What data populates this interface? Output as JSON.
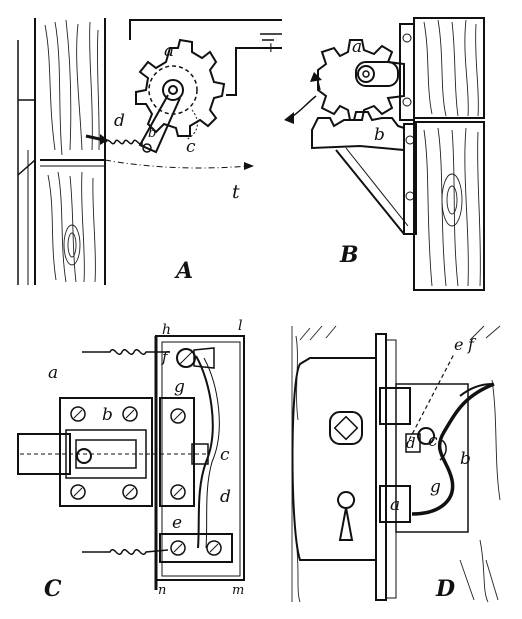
{
  "panels": {
    "A": {
      "caption": "A",
      "labels": {
        "a": "a",
        "b": "b",
        "c": "c",
        "d": "d",
        "t": "t",
        "plus": "+"
      }
    },
    "B": {
      "caption": "B",
      "labels": {
        "a": "a",
        "b": "b"
      }
    },
    "C": {
      "caption": "C",
      "labels": {
        "a": "a",
        "b": "b",
        "c": "c",
        "d": "d",
        "e": "e",
        "f": "f",
        "g": "g",
        "h": "h",
        "l": "l",
        "m": "m",
        "n": "n"
      }
    },
    "D": {
      "caption": "D",
      "labels": {
        "a": "a",
        "b": "b",
        "c": "c",
        "d": "d",
        "e": "e",
        "f": "f",
        "g": "g"
      }
    }
  }
}
